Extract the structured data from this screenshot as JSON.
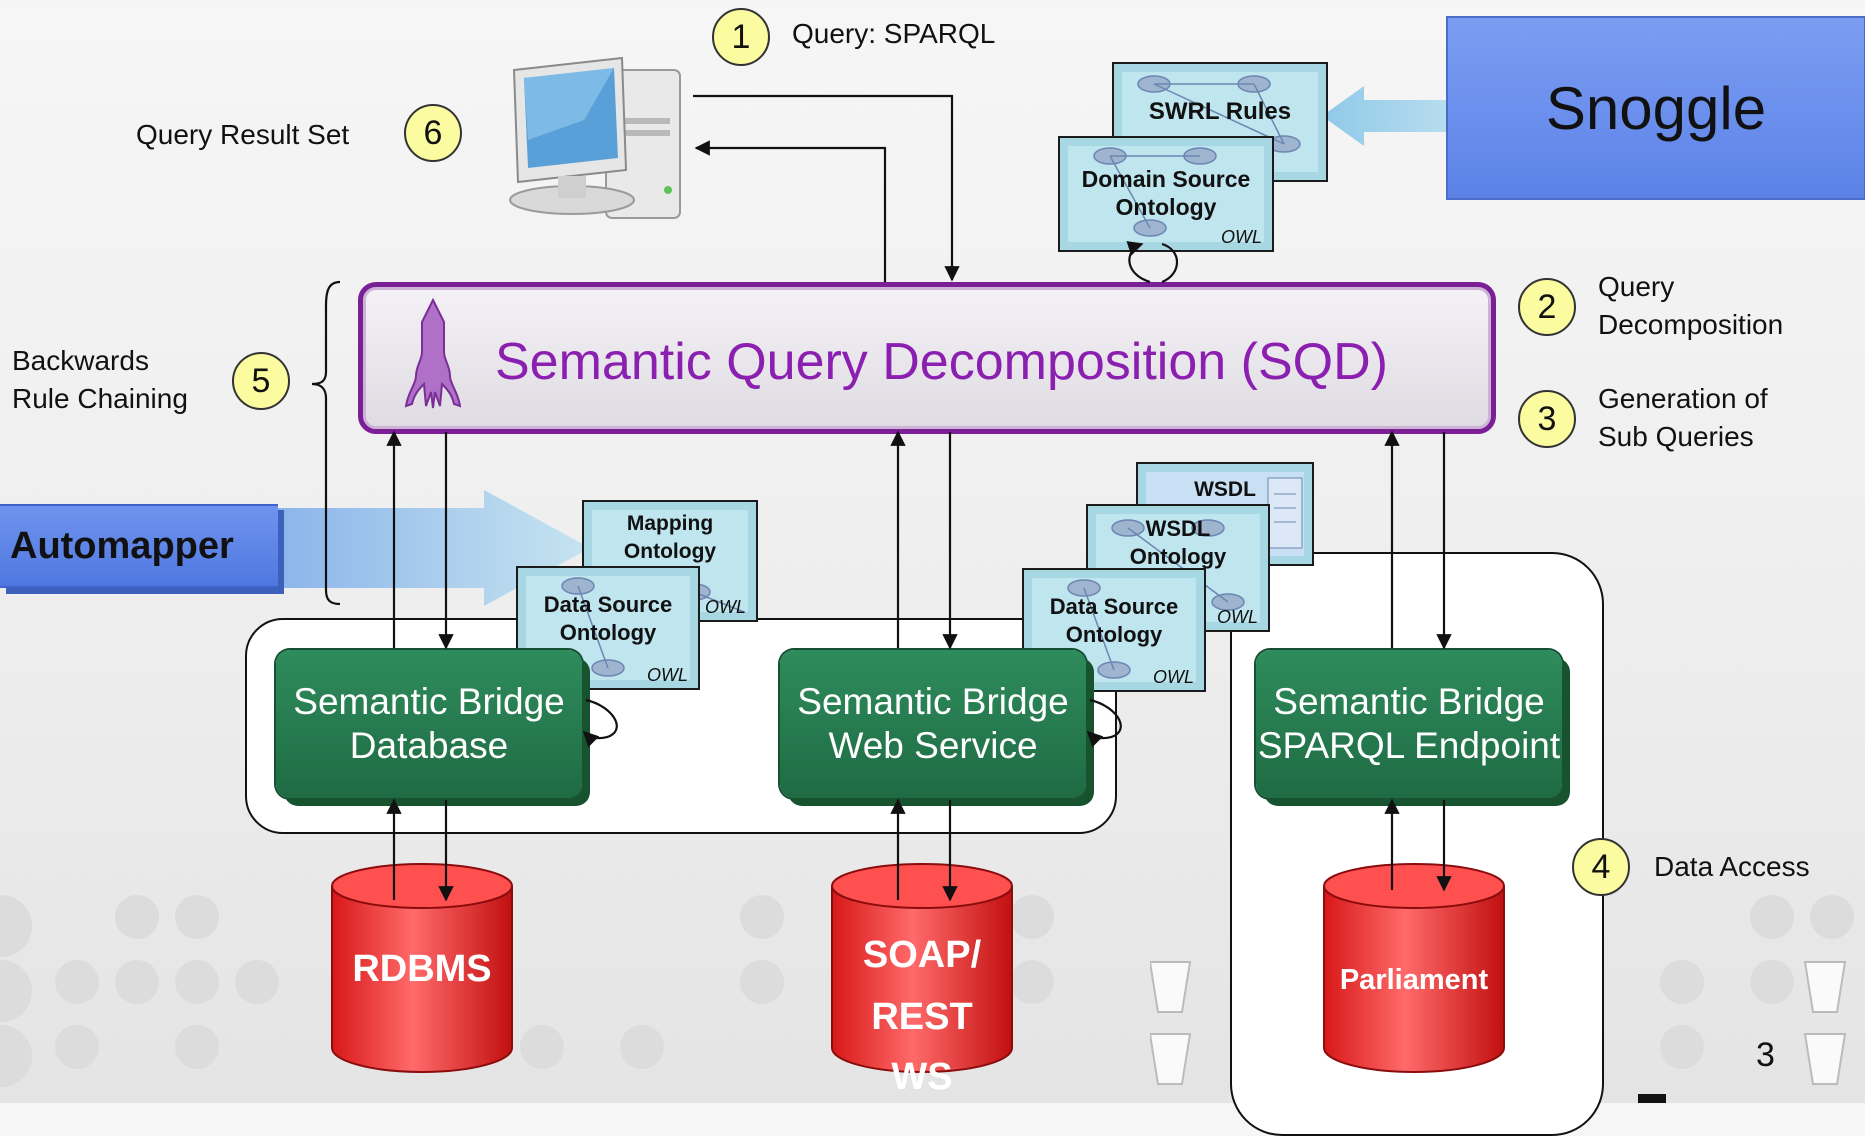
{
  "steps": {
    "s1": {
      "number": "1",
      "label": "Query: SPARQL"
    },
    "s2": {
      "number": "2",
      "label_line1": "Query",
      "label_line2": "Decomposition"
    },
    "s3": {
      "number": "3",
      "label_line1": "Generation of",
      "label_line2": "Sub Queries"
    },
    "s4": {
      "number": "4",
      "label": "Data Access"
    },
    "s5": {
      "number": "5",
      "label_line1": "Backwards",
      "label_line2": "Rule Chaining"
    },
    "s6": {
      "number": "6",
      "label": "Query Result Set"
    }
  },
  "sqd": {
    "title": "Semantic Query Decomposition (SQD)"
  },
  "snoggle": {
    "label": "Snoggle"
  },
  "automapper": {
    "label": "Automapper"
  },
  "ontologies": {
    "swrl": {
      "title": "SWRL Rules"
    },
    "domain": {
      "title_line1": "Domain Source",
      "title_line2": "Ontology",
      "tag": "OWL"
    },
    "mapping": {
      "title_line1": "Mapping",
      "title_line2": "Ontology",
      "tag": "OWL"
    },
    "ds_db": {
      "title_line1": "Data Source",
      "title_line2": "Ontology",
      "tag": "OWL"
    },
    "wsdl_doc": {
      "title": "WSDL"
    },
    "wsdl_onto": {
      "title_line1": "WSDL",
      "title_line2": "Ontology",
      "tag": "OWL"
    },
    "ds_ws": {
      "title_line1": "Data Source",
      "title_line2": "Ontology",
      "tag": "OWL"
    }
  },
  "bridges": {
    "database": {
      "line1": "Semantic Bridge",
      "line2": "Database"
    },
    "webservice": {
      "line1": "Semantic Bridge",
      "line2": "Web Service"
    },
    "sparql": {
      "line1": "Semantic Bridge",
      "line2": "SPARQL Endpoint"
    }
  },
  "sources": {
    "rdbms": {
      "line1": "RDBMS"
    },
    "soap": {
      "line1": "SOAP/",
      "line2": "REST",
      "line3": "WS"
    },
    "parliament": {
      "line1": "Parliament"
    }
  },
  "page_number": "3",
  "colors": {
    "sqd_border": "#7a1f96",
    "sqd_text": "#8a1fb0",
    "bridge_green": "#2e8c5c",
    "badge_yellow": "#fbfba0",
    "cylinder_red": "#ff3030",
    "snoggle_blue": "#6b8ff0"
  }
}
